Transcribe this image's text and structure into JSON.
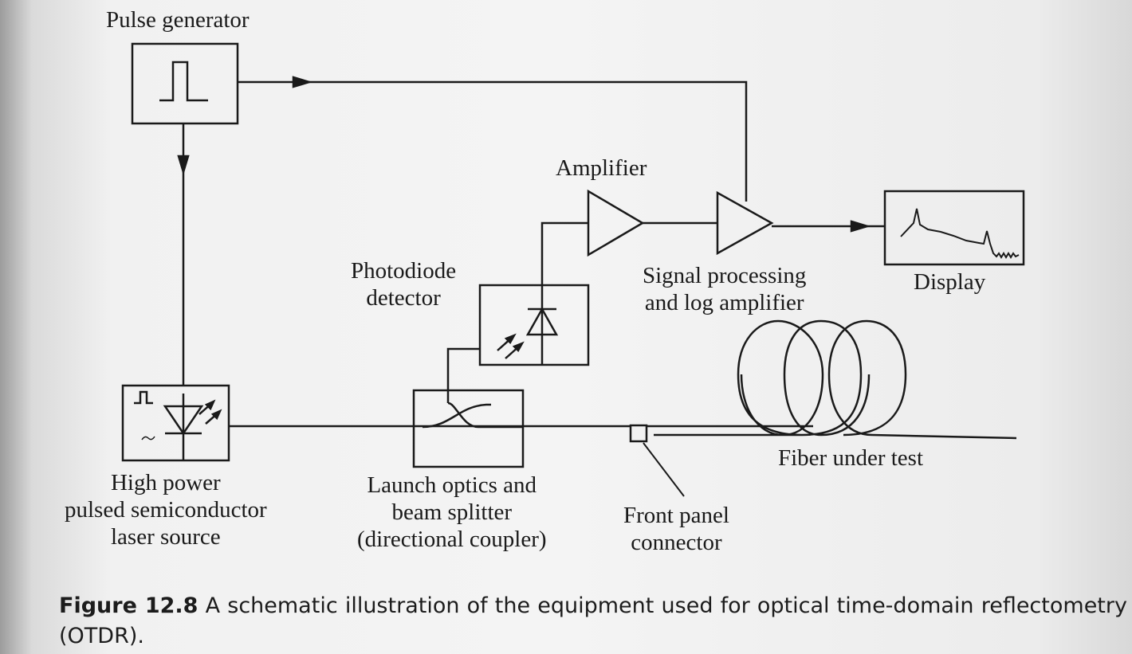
{
  "labels": {
    "pulse_generator": "Pulse generator",
    "amplifier": "Amplifier",
    "photodiode_line1": "Photodiode",
    "photodiode_line2": "detector",
    "signal_proc_line1": "Signal processing",
    "signal_proc_line2": "and log amplifier",
    "display": "Display",
    "laser_line1": "High power",
    "laser_line2": "pulsed semiconductor",
    "laser_line3": "laser source",
    "launch_line1": "Launch optics and",
    "launch_line2": "beam splitter",
    "launch_line3": "(directional coupler)",
    "connector_line1": "Front panel",
    "connector_line2": "connector",
    "fiber": "Fiber under test"
  },
  "caption": {
    "figure_number": "Figure 12.8",
    "text": "A schematic illustration of the equipment used for optical time-domain reflectometry (OTDR)."
  }
}
